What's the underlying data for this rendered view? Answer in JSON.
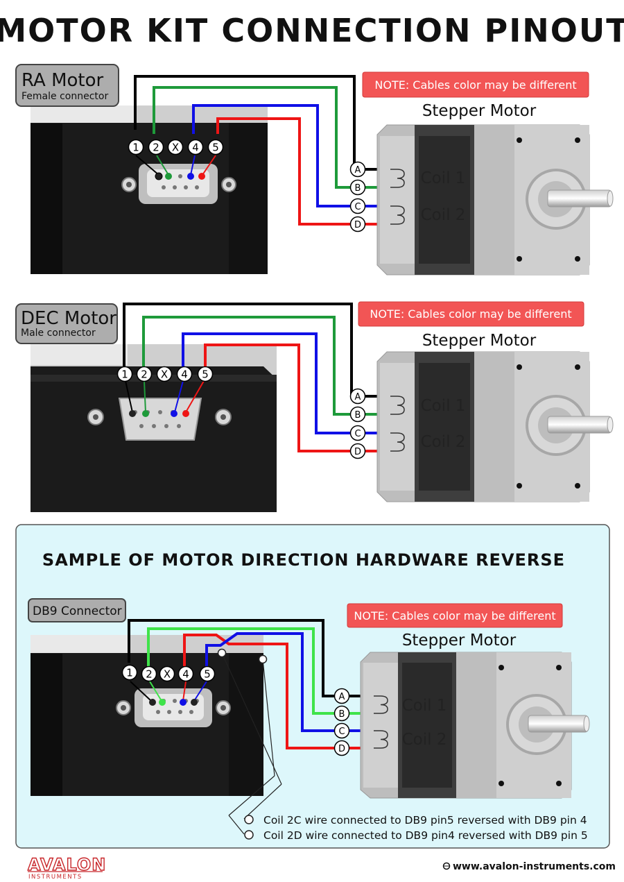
{
  "title": "MOTOR KIT CONNECTION PINOUT",
  "sections": [
    {
      "label": "RA Motor",
      "sublabel": "Female connector",
      "note": "NOTE: Cables color may be different",
      "motor_label": "Stepper Motor",
      "coil1": "Coil 1",
      "coil2": "Coil 2",
      "pins": [
        "1",
        "2",
        "X",
        "4",
        "5"
      ],
      "terminals": [
        "A",
        "B",
        "C",
        "D"
      ]
    },
    {
      "label": "DEC Motor",
      "sublabel": "Male connector",
      "note": "NOTE: Cables color may be different",
      "motor_label": "Stepper Motor",
      "coil1": "Coil 1",
      "coil2": "Coil 2",
      "pins": [
        "1",
        "2",
        "X",
        "4",
        "5"
      ],
      "terminals": [
        "A",
        "B",
        "C",
        "D"
      ]
    }
  ],
  "sample": {
    "heading": "SAMPLE OF MOTOR DIRECTION HARDWARE REVERSE",
    "label": "DB9 Connector",
    "note": "NOTE: Cables color may be different",
    "motor_label": "Stepper Motor",
    "coil1": "Coil 1",
    "coil2": "Coil 2",
    "pins": [
      "1",
      "2",
      "X",
      "4",
      "5"
    ],
    "terminals": [
      "A",
      "B",
      "C",
      "D"
    ],
    "annotation1": "Coil 2C wire connected to DB9 pin5 reversed with DB9 pin 4",
    "annotation2": "Coil 2D wire connected to DB9 pin4 reversed with DB9 pin 5"
  },
  "footer": {
    "logo_main": "AVALON",
    "logo_sub": "INSTRUMENTS",
    "website": "www.avalon-instruments.com"
  },
  "colors": {
    "black_wire": "#000000",
    "green_wire": "#1e9a3a",
    "light_green_wire": "#3fe34a",
    "blue_wire": "#1010e6",
    "red_wire": "#ee1515",
    "note_bg": "#f25555",
    "sample_bg": "#ddf7fb",
    "logo_red": "#c8262a"
  }
}
